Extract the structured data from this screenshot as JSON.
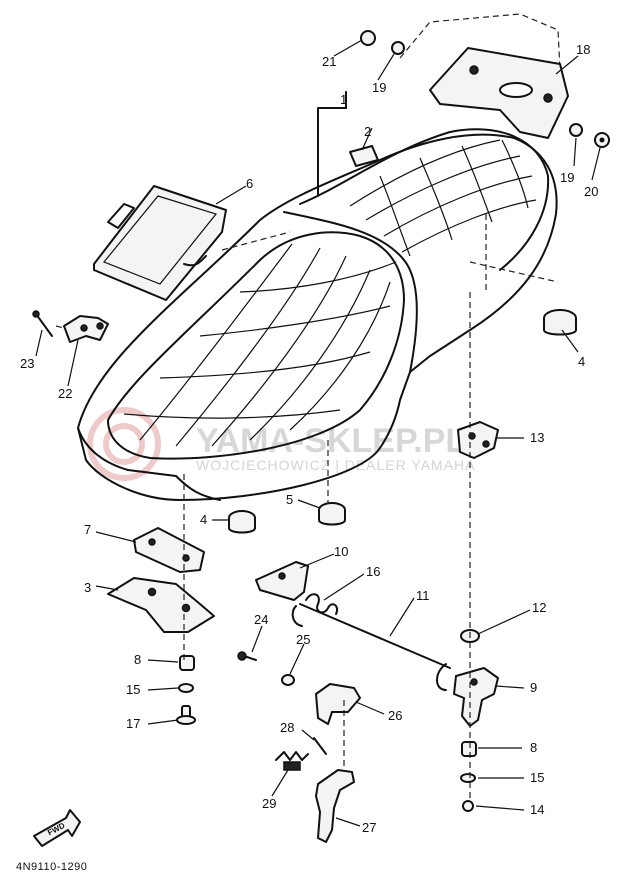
{
  "diagram": {
    "part_numbers": [
      "1",
      "2",
      "3",
      "4",
      "4",
      "5",
      "6",
      "7",
      "8",
      "8",
      "9",
      "10",
      "11",
      "12",
      "13",
      "14",
      "15",
      "15",
      "16",
      "17",
      "18",
      "19",
      "19",
      "20",
      "21",
      "22",
      "23",
      "24",
      "25",
      "26",
      "27",
      "28",
      "29"
    ],
    "labels": {
      "p1": "1",
      "p2": "2",
      "p3": "3",
      "p4a": "4",
      "p4b": "4",
      "p5": "5",
      "p6": "6",
      "p7": "7",
      "p8a": "8",
      "p8b": "8",
      "p9": "9",
      "p10": "10",
      "p11": "11",
      "p12": "12",
      "p13": "13",
      "p14": "14",
      "p15a": "15",
      "p15b": "15",
      "p16": "16",
      "p17": "17",
      "p18": "18",
      "p19a": "19",
      "p19b": "19",
      "p20": "20",
      "p21": "21",
      "p22": "22",
      "p23": "23",
      "p24": "24",
      "p25": "25",
      "p26": "26",
      "p27": "27",
      "p28": "28",
      "p29": "29"
    },
    "fwd_label": "FWD",
    "reference_code": "4N9110-1290",
    "watermark": {
      "line1": "YAMA-SKLEP.PL",
      "line2": "WOJCIECHOWICZ | DEALER YAMAHA"
    }
  }
}
